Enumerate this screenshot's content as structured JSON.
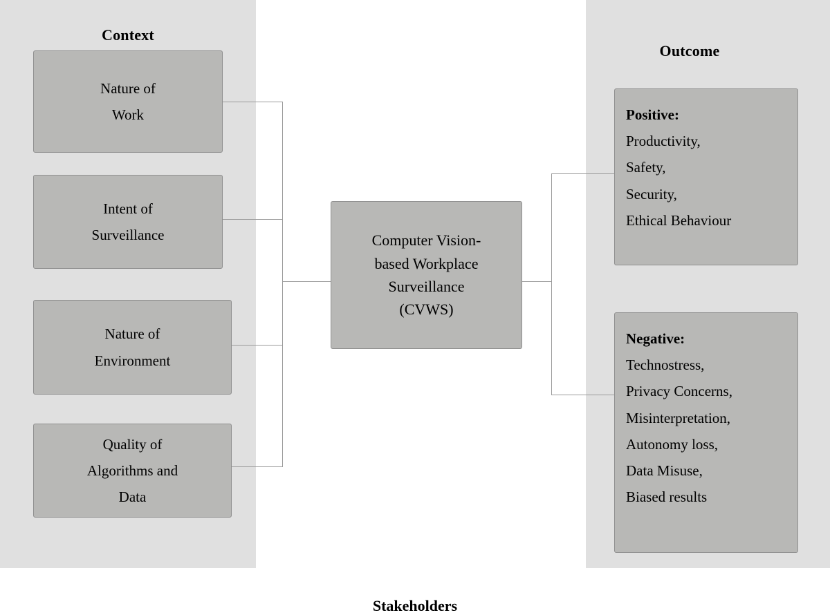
{
  "figure": {
    "footer_label": "Stakeholders"
  },
  "columns": {
    "context": {
      "heading": "Context"
    },
    "outcome": {
      "heading": "Outcome"
    }
  },
  "context_nodes": [
    {
      "id": "nature-of-work",
      "lines": [
        "Nature of",
        "Work"
      ]
    },
    {
      "id": "intent-surveillance",
      "lines": [
        "Intent of",
        "Surveillance"
      ]
    },
    {
      "id": "nature-environment",
      "lines": [
        "Nature of",
        "Environment"
      ]
    },
    {
      "id": "quality-algorithms",
      "lines": [
        "Quality of",
        "Algorithms and",
        "Data"
      ]
    }
  ],
  "core_node": {
    "id": "cvws",
    "lines": [
      "Computer Vision-",
      "based Workplace",
      "Surveillance",
      "(CVWS)"
    ],
    "acronym": "CVWS",
    "prefix": "(",
    "suffix": ")"
  },
  "outcome_nodes": [
    {
      "id": "positive",
      "heading": "Positive:",
      "items": [
        "Productivity,",
        "Safety,",
        "Security,",
        "Ethical Behaviour"
      ]
    },
    {
      "id": "negative",
      "heading": "Negative:",
      "items": [
        "Technostress,",
        "Privacy Concerns,",
        "Misinterpretation,",
        "Autonomy loss,",
        "Data Misuse,",
        "Biased results"
      ]
    }
  ],
  "colors": {
    "panel_background": "#e0e0e0",
    "node_fill": "#b8b8b6",
    "node_border": "#8f8f8f",
    "connector": "#9a9a9a",
    "canvas_background": "#ffffff",
    "text": "#000000"
  }
}
